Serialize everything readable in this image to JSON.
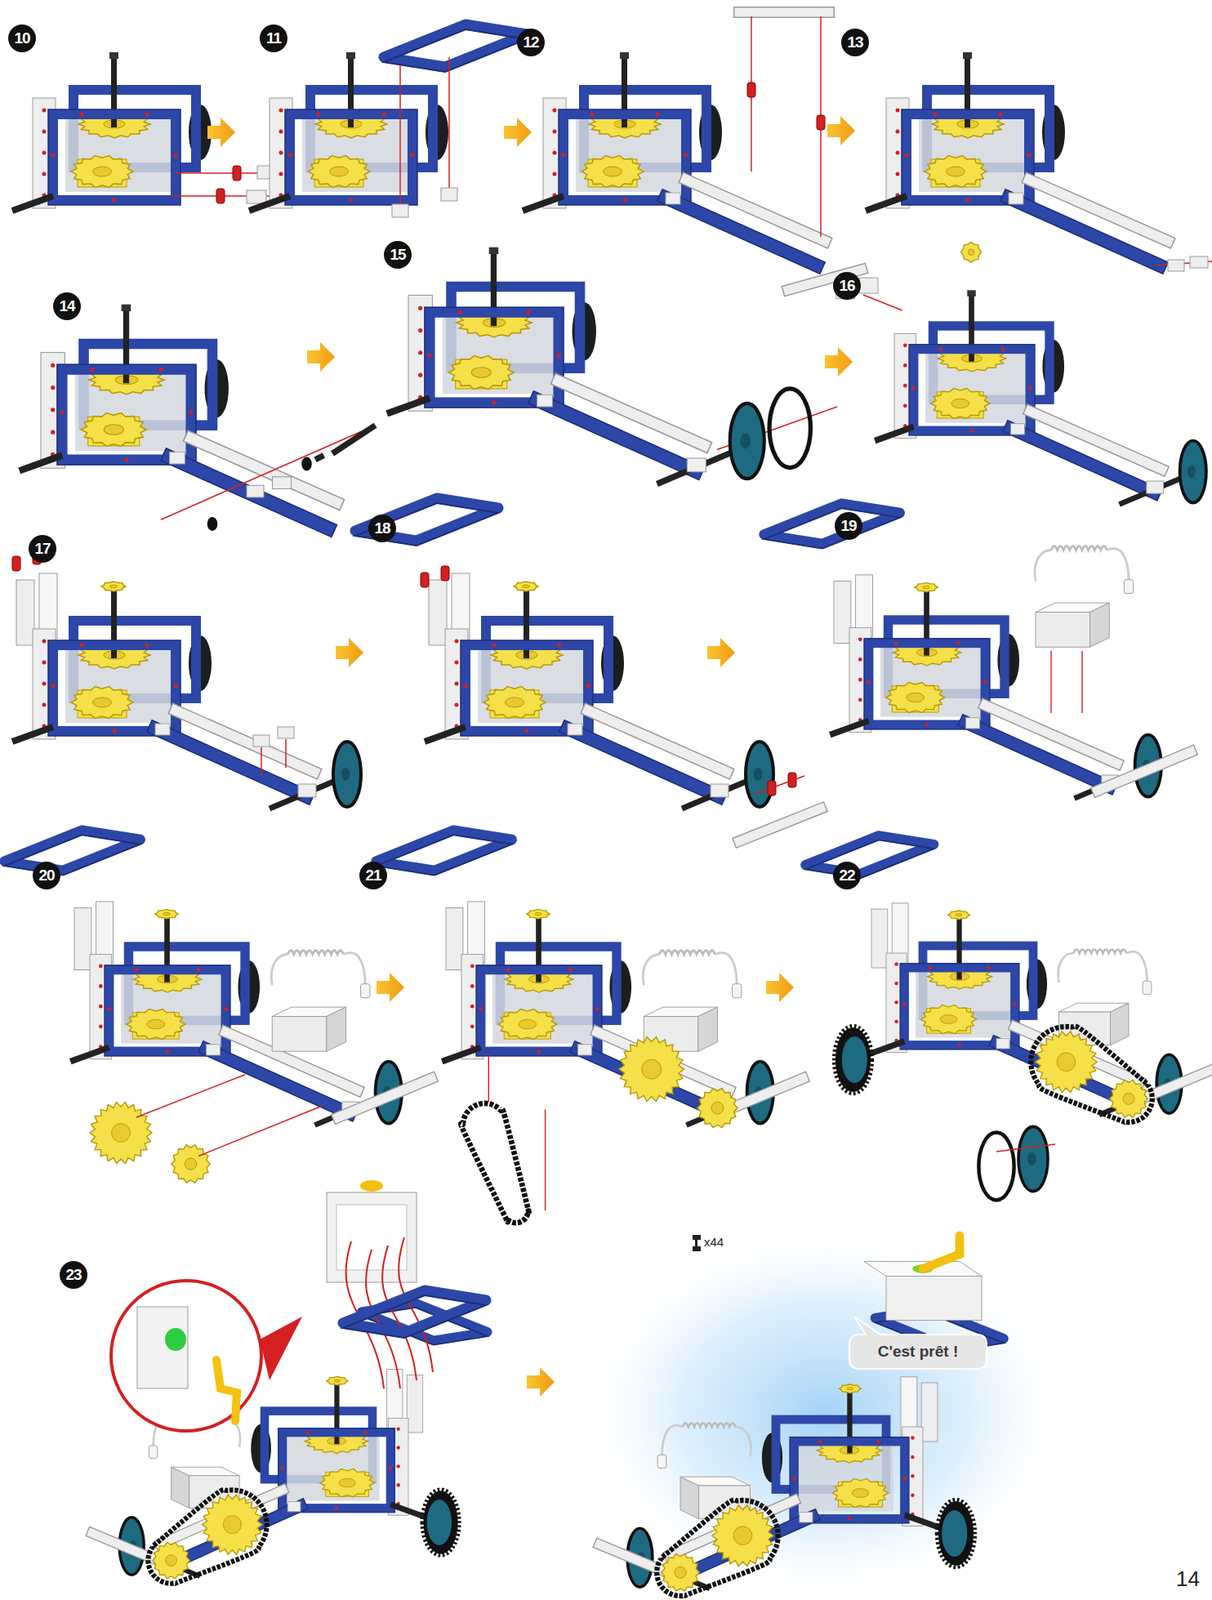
{
  "diagram": {
    "nodes": [
      {
        "text": [
          "C'est prêt !"
        ]
      }
    ],
    "labels": [
      "10",
      "11",
      "12",
      "13",
      "14",
      "15",
      "16",
      "17",
      "18",
      "19",
      "20",
      "21",
      "22",
      "23",
      "x44",
      "14"
    ]
  }
}
